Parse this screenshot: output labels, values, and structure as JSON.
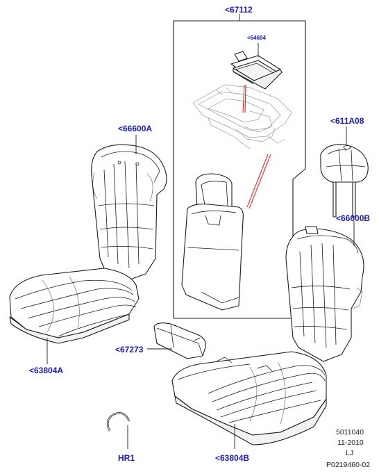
{
  "callouts": {
    "box_assembly": "<67112",
    "tray_insert": "<64684",
    "backrest_left": "<66600A",
    "headrest": "<611A08",
    "backrest_right": "<66600B",
    "cushion_left": "<63804A",
    "armrest_pad": "<67273",
    "hog_ring": "HR1",
    "cushion_right": "<63804B"
  },
  "info": {
    "code": "5011040",
    "date": "11-2010",
    "initials": "LJ",
    "reference": "P0219460-02"
  },
  "colors": {
    "callout": "#1a1ab8",
    "line": "#1a1a1a",
    "guide": "#e01010"
  }
}
